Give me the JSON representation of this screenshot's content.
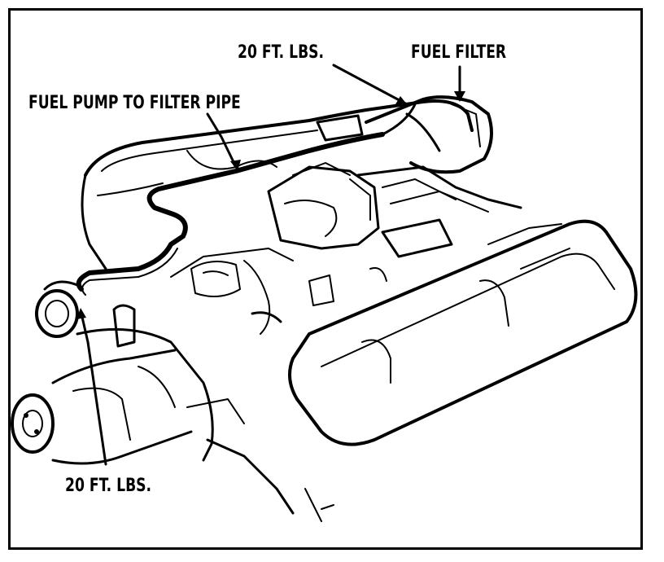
{
  "figure": {
    "callouts": {
      "torque_top": "20 FT. LBS.",
      "fuel_filter": "FUEL FILTER",
      "pump_to_filter_pipe": "FUEL PUMP TO FILTER PIPE",
      "torque_bottom": "20 FT. LBS."
    }
  }
}
